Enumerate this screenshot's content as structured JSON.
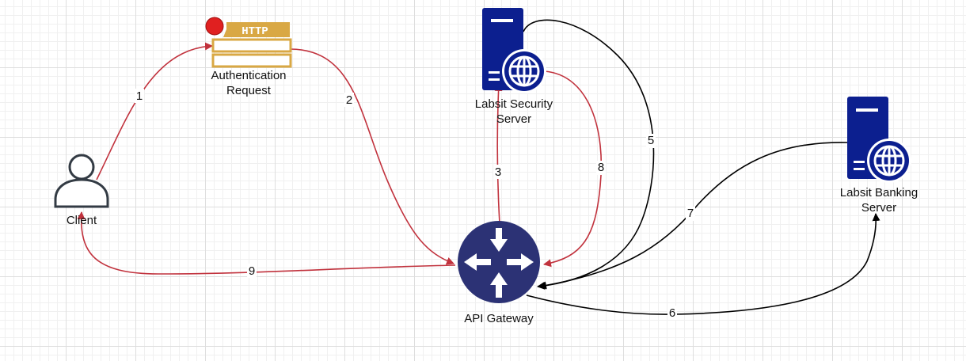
{
  "nodes": {
    "client": {
      "label": "Client",
      "icon": "person-icon"
    },
    "auth_request": {
      "label_line1": "Authentication",
      "label_line2": "Request",
      "badge": "HTTP",
      "icon": "http-request-icon"
    },
    "security_server": {
      "label_line1": "Labsit Security",
      "label_line2": "Server",
      "icon": "web-server-icon"
    },
    "banking_server": {
      "label_line1": "Labsit Banking",
      "label_line2": "Server",
      "icon": "web-server-icon"
    },
    "api_gateway": {
      "label": "API Gateway",
      "icon": "router-icon"
    }
  },
  "edges": [
    {
      "label": "1",
      "color": "#c1323d"
    },
    {
      "label": "2",
      "color": "#c1323d"
    },
    {
      "label": "3",
      "color": "#c1323d"
    },
    {
      "label": "5",
      "color": "#000000"
    },
    {
      "label": "6",
      "color": "#000000"
    },
    {
      "label": "7",
      "color": "#000000"
    },
    {
      "label": "8",
      "color": "#c1323d"
    },
    {
      "label": "9",
      "color": "#c1323d"
    }
  ],
  "colors": {
    "red_flow": "#c1323d",
    "black_flow": "#000000",
    "server_blue": "#0c1f8f",
    "gateway_navy": "#2c3275",
    "http_gold": "#d9a844"
  }
}
